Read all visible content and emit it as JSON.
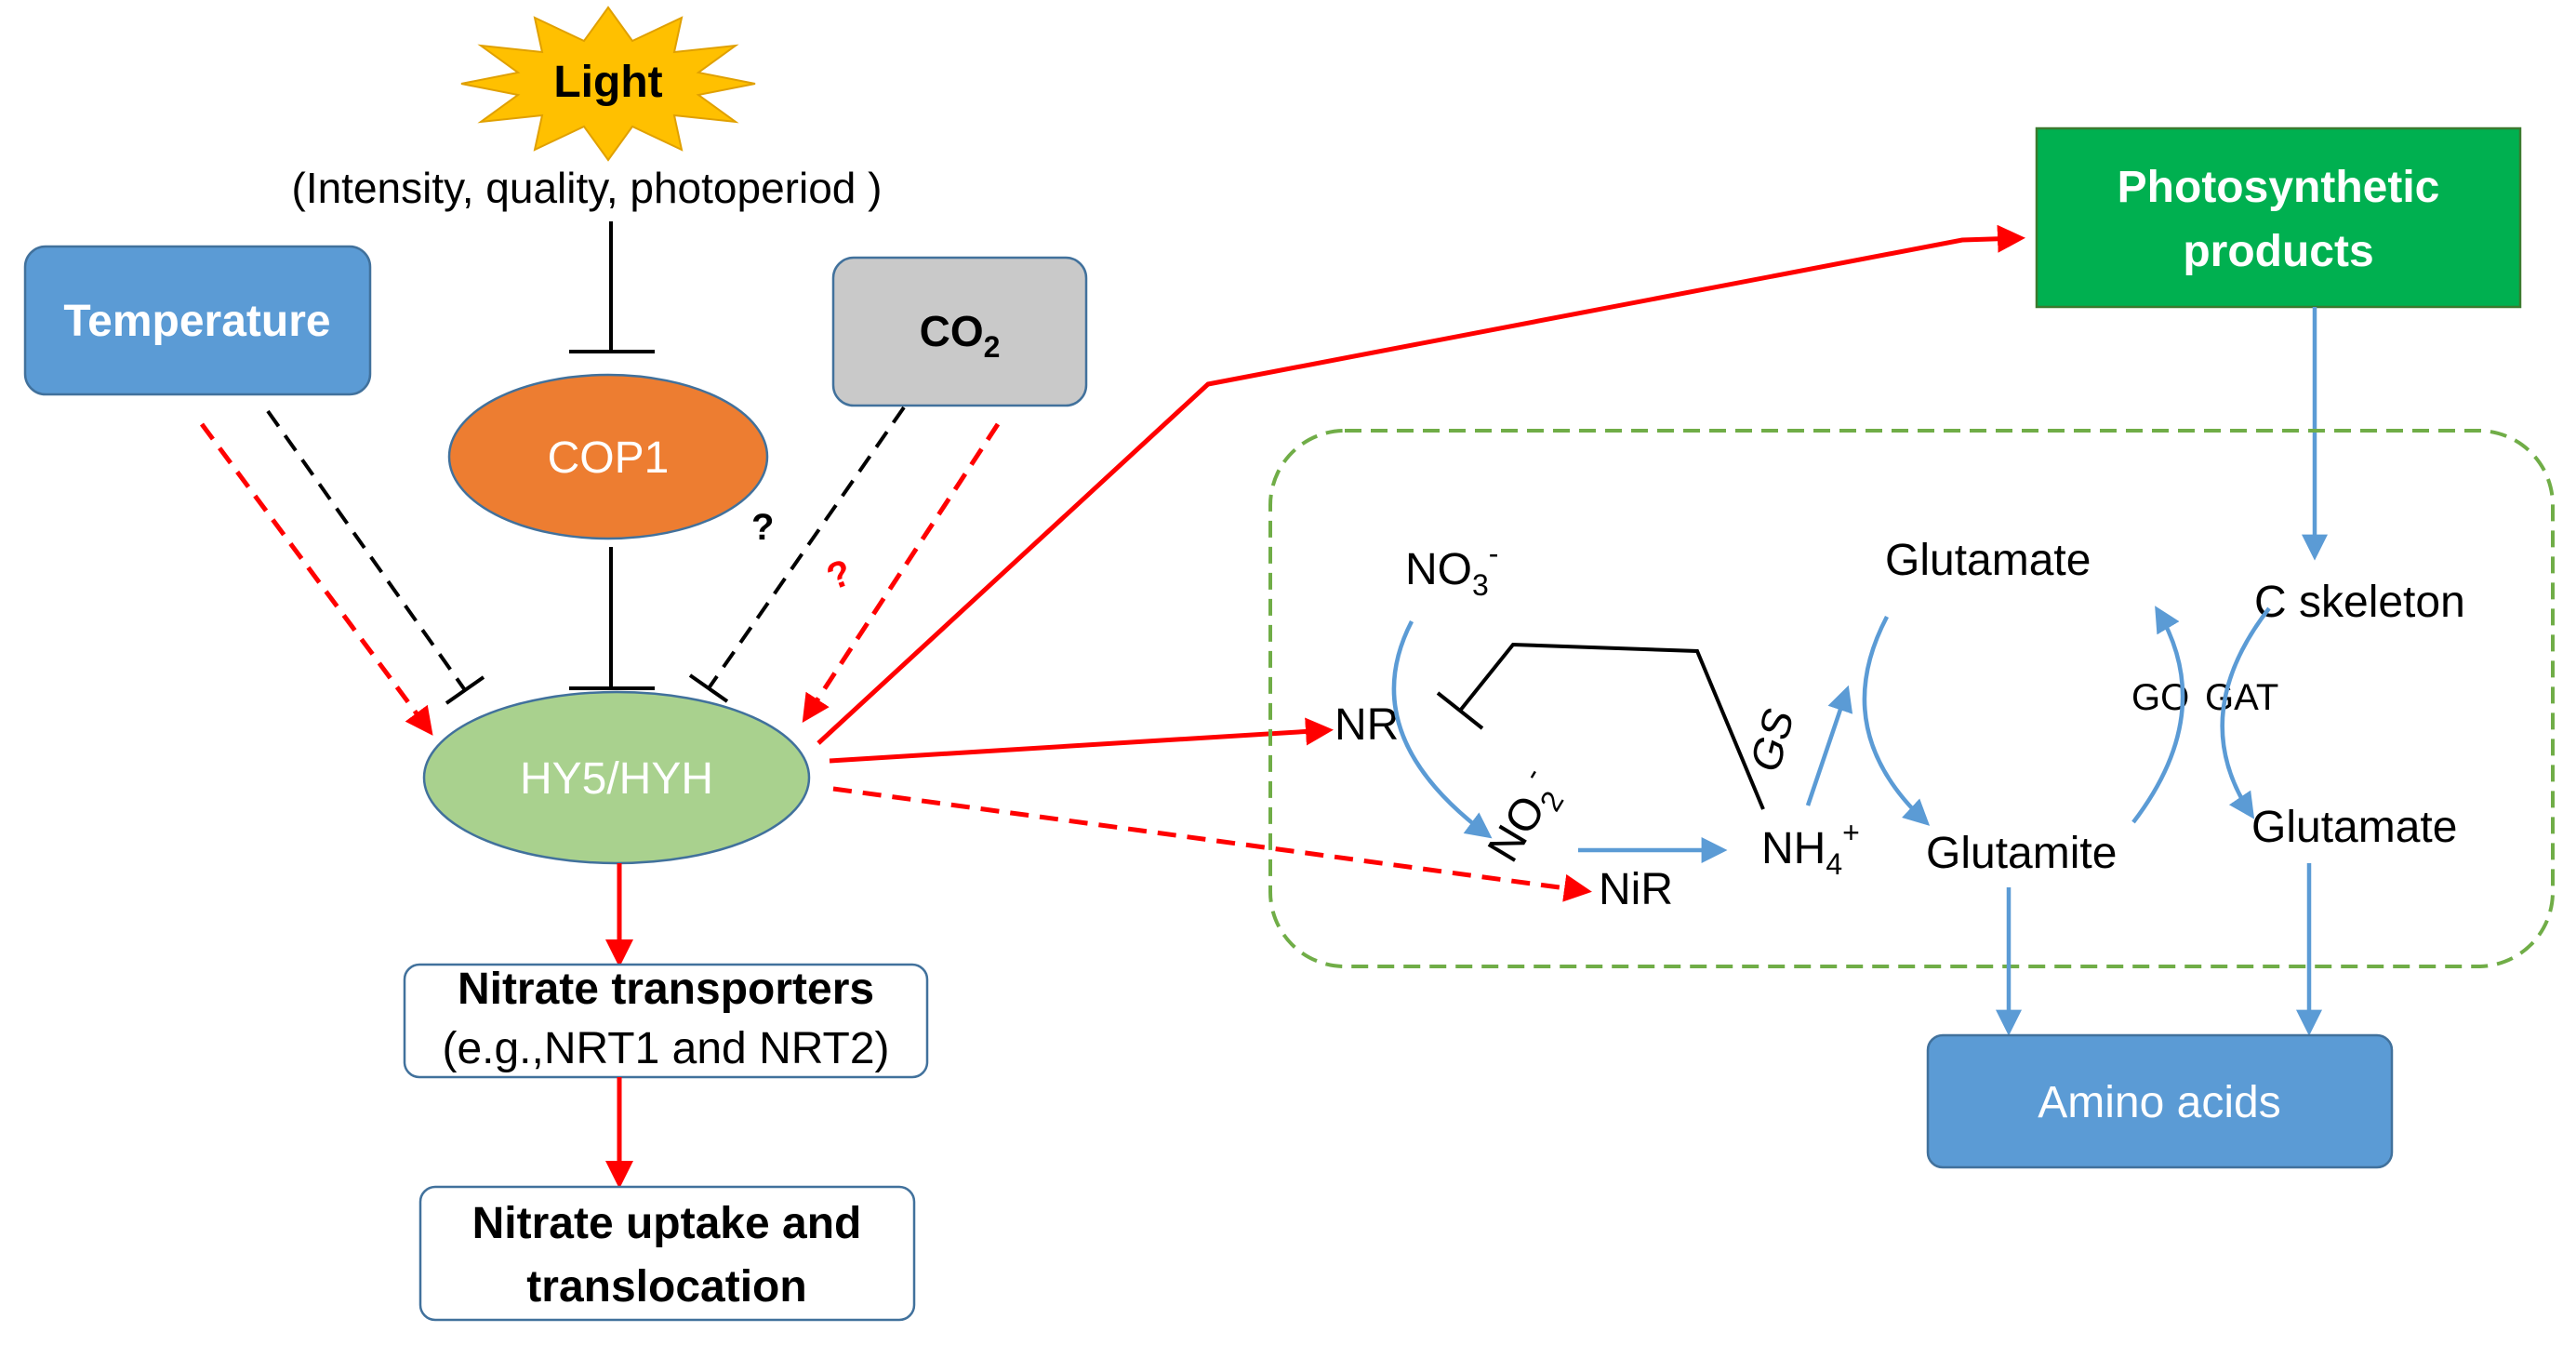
{
  "diagram": {
    "light": {
      "label": "Light",
      "detail": "(Intensity, quality, photoperiod )"
    },
    "temperature": {
      "label": "Temperature"
    },
    "co2": {
      "label": "CO",
      "subscript": "2"
    },
    "cop1": {
      "label": "COP1"
    },
    "hy5": {
      "label": "HY5/HYH"
    },
    "uncertain_marks": {
      "black": "?",
      "red": "?"
    },
    "nitrate_transporters": {
      "title": "Nitrate transporters",
      "examples": "(e.g.,NRT1 and NRT2)"
    },
    "nitrate_uptake": {
      "line1": "Nitrate uptake and",
      "line2": "translocation"
    },
    "photosynthetic_products": {
      "line1": "Photosynthetic",
      "line2": "products"
    },
    "amino_acids": {
      "label": "Amino acids"
    }
  },
  "assimilation": {
    "nitrate": {
      "label": "NO",
      "subscript": "3",
      "superscript": "-"
    },
    "nitrate_reductase": "NR",
    "nitrite": {
      "label": "NO",
      "subscript": "2",
      "superscript": "-"
    },
    "nitrite_reductase": "NiR",
    "ammonium": {
      "label": "NH",
      "subscript": "4",
      "superscript": "+"
    },
    "glutamine_synthetase": "GS",
    "glutamate_in": "Glutamate",
    "glutamite": "Glutamite",
    "c_skeleton": "C skeleton",
    "gogat_left": "GO",
    "gogat_right": "GAT",
    "glutamate_out": "Glutamate"
  },
  "colors": {
    "light_star": "#ffc000",
    "temperature_box": "#5b9bd5",
    "co2_box": "#c9c9c9",
    "cop1": "#ed7d31",
    "hy5": "#a9d18e",
    "photosynthetic_box": "#00b050",
    "amino_acids_box": "#5b9bd5",
    "promote_arrow": "#ff0000",
    "metabolic_arrow": "#5b9bd5",
    "assimilation_border": "#70ad47"
  }
}
